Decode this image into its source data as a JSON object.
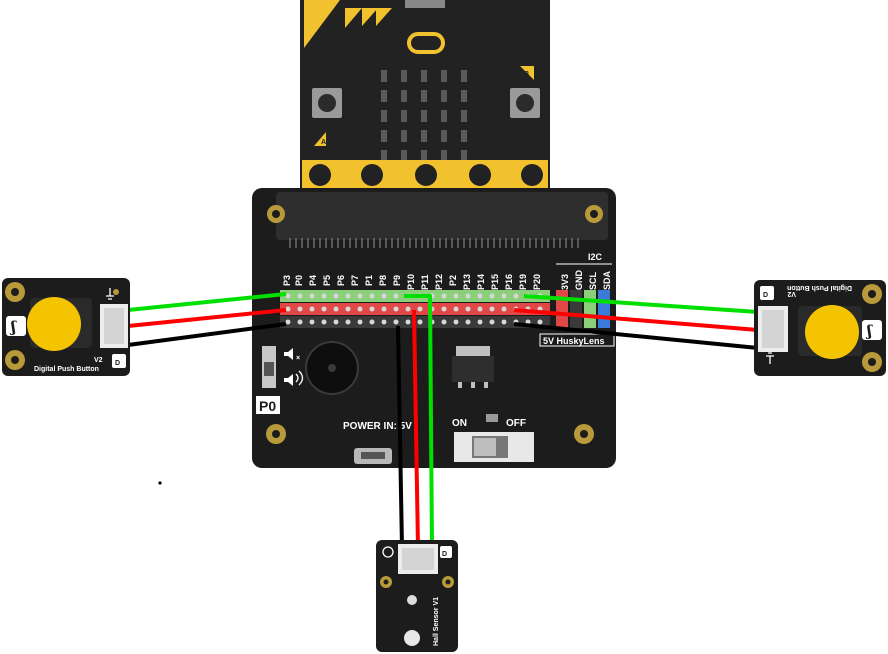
{
  "colors": {
    "board": "#1c1c1c",
    "board_edge": "#2b2b2b",
    "microbit_gold": "#f2c12e",
    "button_yellow": "#f5c400",
    "wire_green": "#00e000",
    "wire_red": "#ff0000",
    "wire_black": "#000000",
    "header_green": "#8ccf7a",
    "header_red": "#e04848",
    "header_black": "#2a2a2a",
    "gold_pad": "#c9a227"
  },
  "microbit": {
    "button_a": "A",
    "button_b": "B"
  },
  "expansion_board": {
    "pins": [
      "P3",
      "P0",
      "P4",
      "P5",
      "P6",
      "P7",
      "P1",
      "P8",
      "P9",
      "P10",
      "P11",
      "P12",
      "P2",
      "P13",
      "P14",
      "P15",
      "P16",
      "P19",
      "P20"
    ],
    "i2c_title": "I2C",
    "i2c_pins": [
      "3V3",
      "GND",
      "SCL",
      "SDA"
    ],
    "husky_label": "5V HuskyLens",
    "p0_label": "P0",
    "speaker_mark": "×",
    "power_label": "POWER IN: 5V",
    "switch_on": "ON",
    "switch_off": "OFF"
  },
  "left_button": {
    "label": "Digital Push Button",
    "version": "V2",
    "logo": "ʃ",
    "corner": "D"
  },
  "right_button": {
    "label": "Digital Push Button",
    "version": "V2",
    "logo": "ʃ",
    "corner": "D"
  },
  "hall_sensor": {
    "label": "Hall Sensor V1",
    "corner": "D"
  }
}
